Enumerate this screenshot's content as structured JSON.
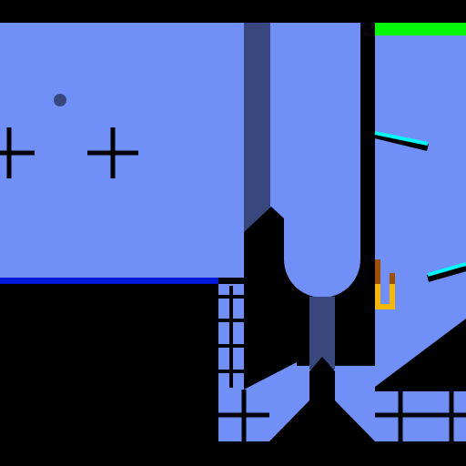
{
  "scene": {
    "colors": {
      "background": "#000000",
      "sky": "#7090f8",
      "pillar": "#38487f",
      "ground_edge": "#0018d8",
      "goal_bar": "#00f800",
      "laser": "#00f8f8",
      "player_body": "#f8b800",
      "player_head": "#a05000",
      "orb": "#38487f",
      "structure": "#000000"
    },
    "objects": [
      {
        "name": "orb",
        "kind": "collectible"
      },
      {
        "name": "goal-bar",
        "kind": "goal"
      },
      {
        "name": "player",
        "kind": "character"
      },
      {
        "name": "laser-upper",
        "kind": "hazard"
      },
      {
        "name": "laser-lower",
        "kind": "hazard"
      }
    ]
  }
}
